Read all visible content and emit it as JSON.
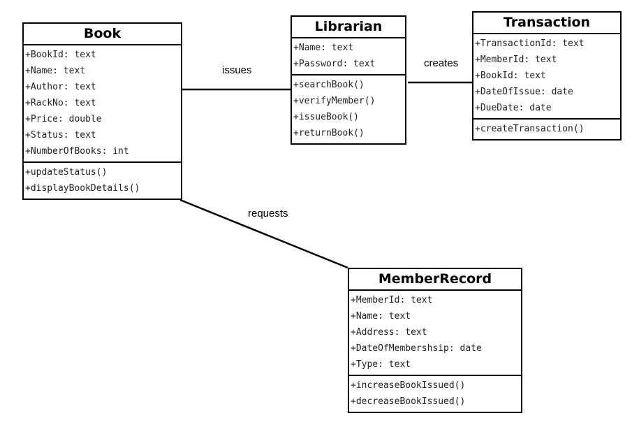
{
  "classes": {
    "book": {
      "name": "Book",
      "attributes": [
        "+BookId: text",
        "+Name: text",
        "+Author: text",
        "+RackNo: text",
        "+Price: double",
        "+Status: text",
        "+NumberOfBooks: int"
      ],
      "methods": [
        "+updateStatus()",
        "+displayBookDetails()"
      ]
    },
    "librarian": {
      "name": "Librarian",
      "attributes": [
        "+Name: text",
        "+Password: text"
      ],
      "methods": [
        "+searchBook()",
        "+verifyMember()",
        "+issueBook()",
        "+returnBook()"
      ]
    },
    "transaction": {
      "name": "Transaction",
      "attributes": [
        "+TransactionId: text",
        "+MemberId: text",
        "+BookId: text",
        "+DateOfIssue: date",
        "+DueDate: date"
      ],
      "methods": [
        "+createTransaction()"
      ]
    },
    "member_record": {
      "name": "MemberRecord",
      "attributes": [
        "+MemberId: text",
        "+Name: text",
        "+Address: text",
        "+DateOfMembershsip: date",
        "+Type: text"
      ],
      "methods": [
        "+increaseBookIssued()",
        "+decreaseBookIssued()"
      ]
    }
  },
  "associations": {
    "issues": "issues",
    "creates": "creates",
    "requests": "requests"
  }
}
